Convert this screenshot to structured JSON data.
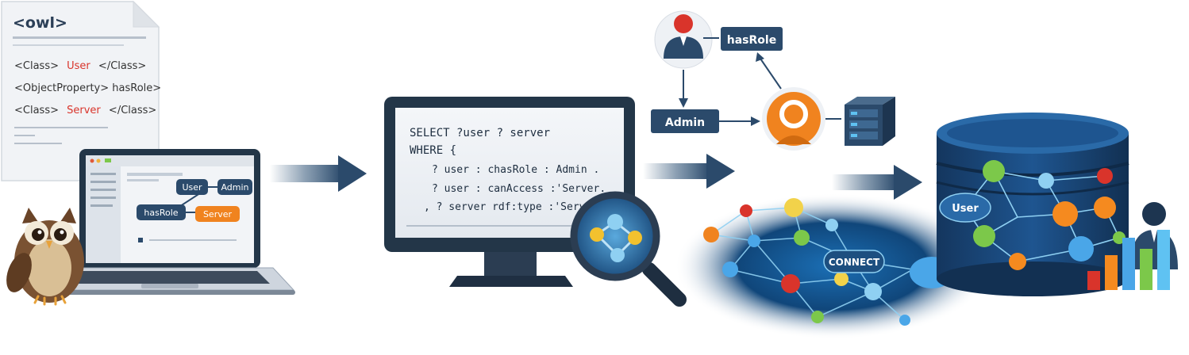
{
  "owl_document": {
    "tag_title": "<owl>",
    "line1_open": "<Class>",
    "line1_name": "User",
    "line1_close": "</Class>",
    "line2": "<ObjectProperty> hasRole>",
    "line3_open": "<Class>",
    "line3_name": "Server",
    "line3_close": "</Class>"
  },
  "laptop_graph": {
    "user": "User",
    "admin": "Admin",
    "has_role": "hasRole",
    "server": "Server"
  },
  "query": {
    "line1": "SELECT  ?user  ? server",
    "line2": "WHERE {",
    "line3": "? user : chasRole : Admin .",
    "line4": "? user : canAccess :'Server.",
    "line5": ", ? server rdf:type :'Server ."
  },
  "role_diagram": {
    "has_role": "hasRole",
    "admin": "Admin"
  },
  "network": {
    "connect": "CONNECT",
    "user": "User"
  },
  "colors": {
    "navy": "#2b4a6b",
    "orange": "#f0831f",
    "red": "#d9342b",
    "node_blue": "#4aa6e8",
    "node_green": "#7cc84a",
    "node_orange": "#f58a1f"
  }
}
